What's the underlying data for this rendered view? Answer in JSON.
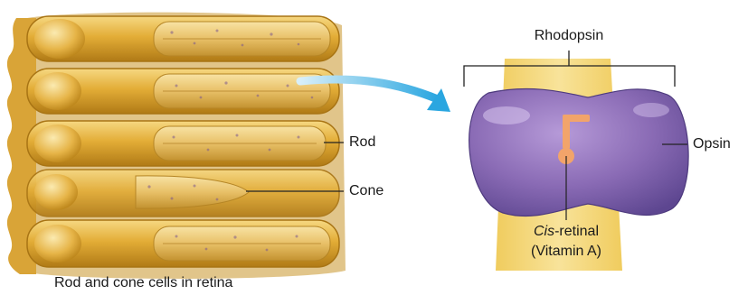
{
  "labels": {
    "rod": "Rod",
    "cone": "Cone",
    "rhodopsin": "Rhodopsin",
    "opsin": "Opsin",
    "cis_italic": "Cis",
    "retinal_rest": "-retinal",
    "vitamin": "(Vitamin A)",
    "caption": "Rod and cone cells in retina"
  },
  "colors": {
    "cell_yellow": "#e5b23c",
    "cell_dark": "#b98217",
    "membrane_band": "#f4d97a",
    "opsin_purple": "#8a6bb5",
    "retinal_orange": "#f2a46a",
    "arrow_blue": "#2aa6e0"
  }
}
